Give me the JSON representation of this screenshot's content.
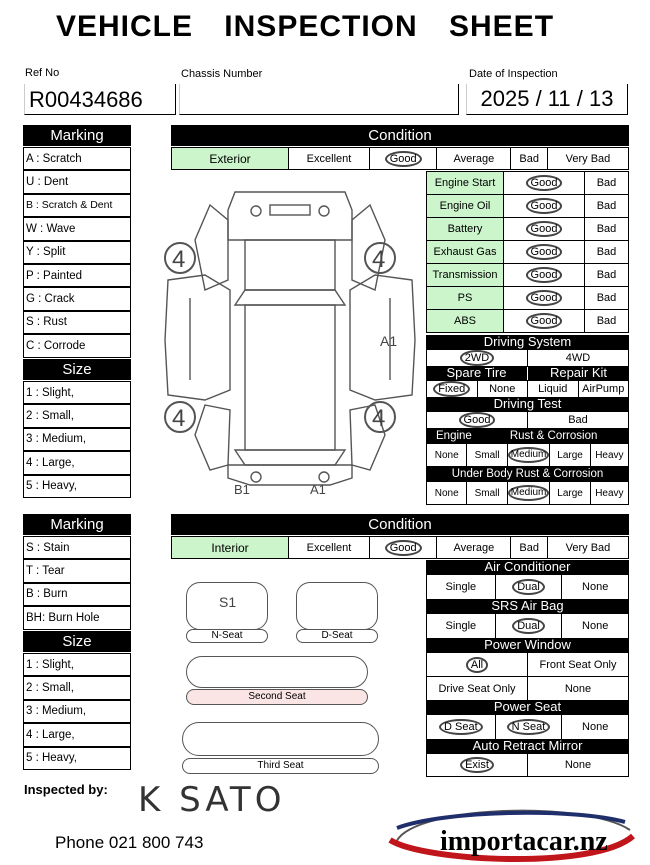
{
  "title": "VEHICLE INSPECTION SHEET",
  "ref": {
    "label": "Ref No",
    "value": "R00434686"
  },
  "chassis": {
    "label": "Chassis Number",
    "value": ""
  },
  "date": {
    "label": "Date of Inspection",
    "value": "2025 / 11 / 13"
  },
  "marking1": {
    "header": "Marking",
    "items": [
      "A  : Scratch",
      "U  : Dent",
      "B  : Scratch & Dent",
      "W  : Wave",
      "Y  : Split",
      "P  : Painted",
      "G  : Crack",
      "S  : Rust",
      "C  : Corrode"
    ]
  },
  "size1": {
    "header": "Size",
    "items": [
      "1  : Slight,",
      "2  : Small,",
      "3  : Medium,",
      "4  : Large,",
      "5  : Heavy,"
    ]
  },
  "condition_header": "Condition",
  "exterior": {
    "label": "Exterior",
    "options": [
      "Excellent",
      "Good",
      "Average",
      "Bad",
      "Very Bad"
    ],
    "selected": "Good"
  },
  "checks": [
    {
      "label": "Engine Start",
      "good": "Good",
      "bad": "Bad"
    },
    {
      "label": "Engine Oil",
      "good": "Good",
      "bad": "Bad"
    },
    {
      "label": "Battery",
      "good": "Good",
      "bad": "Bad"
    },
    {
      "label": "Exhaust Gas",
      "good": "Good",
      "bad": "Bad"
    },
    {
      "label": "Transmission",
      "good": "Good",
      "bad": "Bad"
    },
    {
      "label": "PS",
      "good": "Good",
      "bad": "Bad"
    },
    {
      "label": "ABS",
      "good": "Good",
      "bad": "Bad"
    }
  ],
  "driving_system": {
    "header": "Driving System",
    "options": [
      "2WD",
      "4WD"
    ]
  },
  "spare_tire": {
    "header": "Spare Tire",
    "options": [
      "Fixed",
      "None"
    ]
  },
  "repair_kit": {
    "header": "Repair Kit",
    "options": [
      "Liquid",
      "AirPump"
    ]
  },
  "driving_test": {
    "header": "Driving Test",
    "options": [
      "Good",
      "Bad"
    ]
  },
  "engine_rust": {
    "header1": "Engine",
    "header2": "Rust & Corrosion",
    "options": [
      "None",
      "Small",
      "Medium",
      "Large",
      "Heavy"
    ]
  },
  "underbody": {
    "header": "Under Body Rust & Corrosion",
    "options": [
      "None",
      "Small",
      "Medium",
      "Large",
      "Heavy"
    ]
  },
  "diagram_marks": {
    "tire": "4",
    "a1_side": "A1",
    "b1": "B1",
    "a1_rear": "A1"
  },
  "marking2": {
    "header": "Marking",
    "items": [
      "S  : Stain",
      "T  : Tear",
      "B  : Burn",
      "BH: Burn Hole"
    ]
  },
  "size2": {
    "header": "Size",
    "items": [
      "1  : Slight,",
      "2  : Small,",
      "3  : Medium,",
      "4  : Large,",
      "5  : Heavy,"
    ]
  },
  "interior": {
    "label": "Interior",
    "options": [
      "Excellent",
      "Good",
      "Average",
      "Bad",
      "Very Bad"
    ]
  },
  "air_conditioner": {
    "header": "Air Conditioner",
    "options": [
      "Single",
      "Dual",
      "None"
    ]
  },
  "srs_airbag": {
    "header": "SRS Air Bag",
    "options": [
      "Single",
      "Dual",
      "None"
    ]
  },
  "power_window": {
    "header": "Power Window",
    "options": [
      "All",
      "Front Seat Only",
      "Drive Seat Only",
      "None"
    ]
  },
  "power_seat": {
    "header": "Power Seat",
    "options": [
      "D Seat",
      "N Seat",
      "None"
    ]
  },
  "mirror": {
    "header": "Auto Retract Mirror",
    "options": [
      "Exist",
      "None"
    ]
  },
  "seats": {
    "n_seat": "N-Seat",
    "d_seat": "D-Seat",
    "second": "Second  Seat",
    "third": "Third   Seat",
    "mark": "S1"
  },
  "inspected_by": {
    "label": "Inspected by:",
    "signature": "K  SATO"
  },
  "phone": "Phone  021 800 743",
  "brand": "importacar.nz"
}
